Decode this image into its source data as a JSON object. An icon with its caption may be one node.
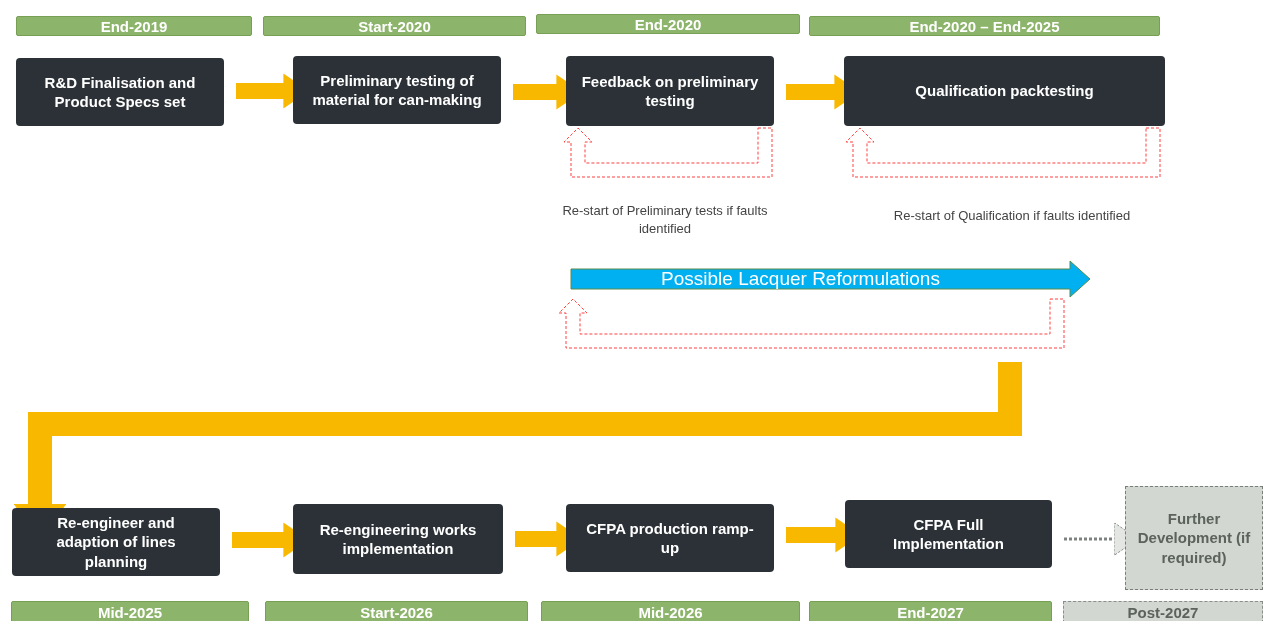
{
  "diagram": {
    "nodes": [
      {
        "text": [
          "End-2019"
        ]
      },
      {
        "text": [
          "Start-2020"
        ]
      },
      {
        "text": [
          "End-2020"
        ]
      },
      {
        "text": [
          "End-2020 – End-2025"
        ]
      },
      {
        "text": [
          "R&D Finalisation and Product Specs set"
        ]
      },
      {
        "text": [
          "Preliminary testing of material for can-making"
        ]
      },
      {
        "text": [
          "Feedback on preliminary testing"
        ]
      },
      {
        "text": [
          "Qualification packtesting"
        ]
      },
      {
        "text": [
          "Possible Lacquer Reformulations"
        ]
      },
      {
        "text": [
          "Re-engineer and adaption of lines planning"
        ]
      },
      {
        "text": [
          "Re-engineering works implementation"
        ]
      },
      {
        "text": [
          "CFPA production ramp-up"
        ]
      },
      {
        "text": [
          "CFPA Full Implementation"
        ]
      },
      {
        "text": [
          "Further Development (if required)"
        ]
      },
      {
        "text": [
          "Mid-2025"
        ]
      },
      {
        "text": [
          "Start-2026"
        ]
      },
      {
        "text": [
          "Mid-2026"
        ]
      },
      {
        "text": [
          "End-2027"
        ]
      },
      {
        "text": [
          "Post-2027"
        ]
      }
    ],
    "edges": [
      {
        "from": 4,
        "to": 5,
        "arrow": "to"
      },
      {
        "from": 5,
        "to": 6,
        "arrow": "to"
      },
      {
        "from": 6,
        "to": 7,
        "arrow": "to"
      },
      {
        "from": 6,
        "to": 6,
        "arrow": "to",
        "style": "dashed",
        "color": "#ff4040"
      },
      {
        "from": 7,
        "to": 7,
        "arrow": "to",
        "style": "dashed",
        "color": "#ff4040"
      },
      {
        "from": 8,
        "to": 8,
        "arrow": "to",
        "style": "dashed",
        "color": "#ff4040"
      },
      {
        "from": 8,
        "to": 9,
        "arrow": "to"
      },
      {
        "from": 9,
        "to": 10,
        "arrow": "to"
      },
      {
        "from": 10,
        "to": 11,
        "arrow": "to"
      },
      {
        "from": 11,
        "to": 12,
        "arrow": "to"
      },
      {
        "from": 12,
        "to": 13,
        "arrow": "to",
        "style": "dashed",
        "color": "#7f837f"
      }
    ],
    "labels": [
      "Re-start of Preliminary tests if faults identified",
      "Re-start of Qualification if faults identified"
    ]
  }
}
